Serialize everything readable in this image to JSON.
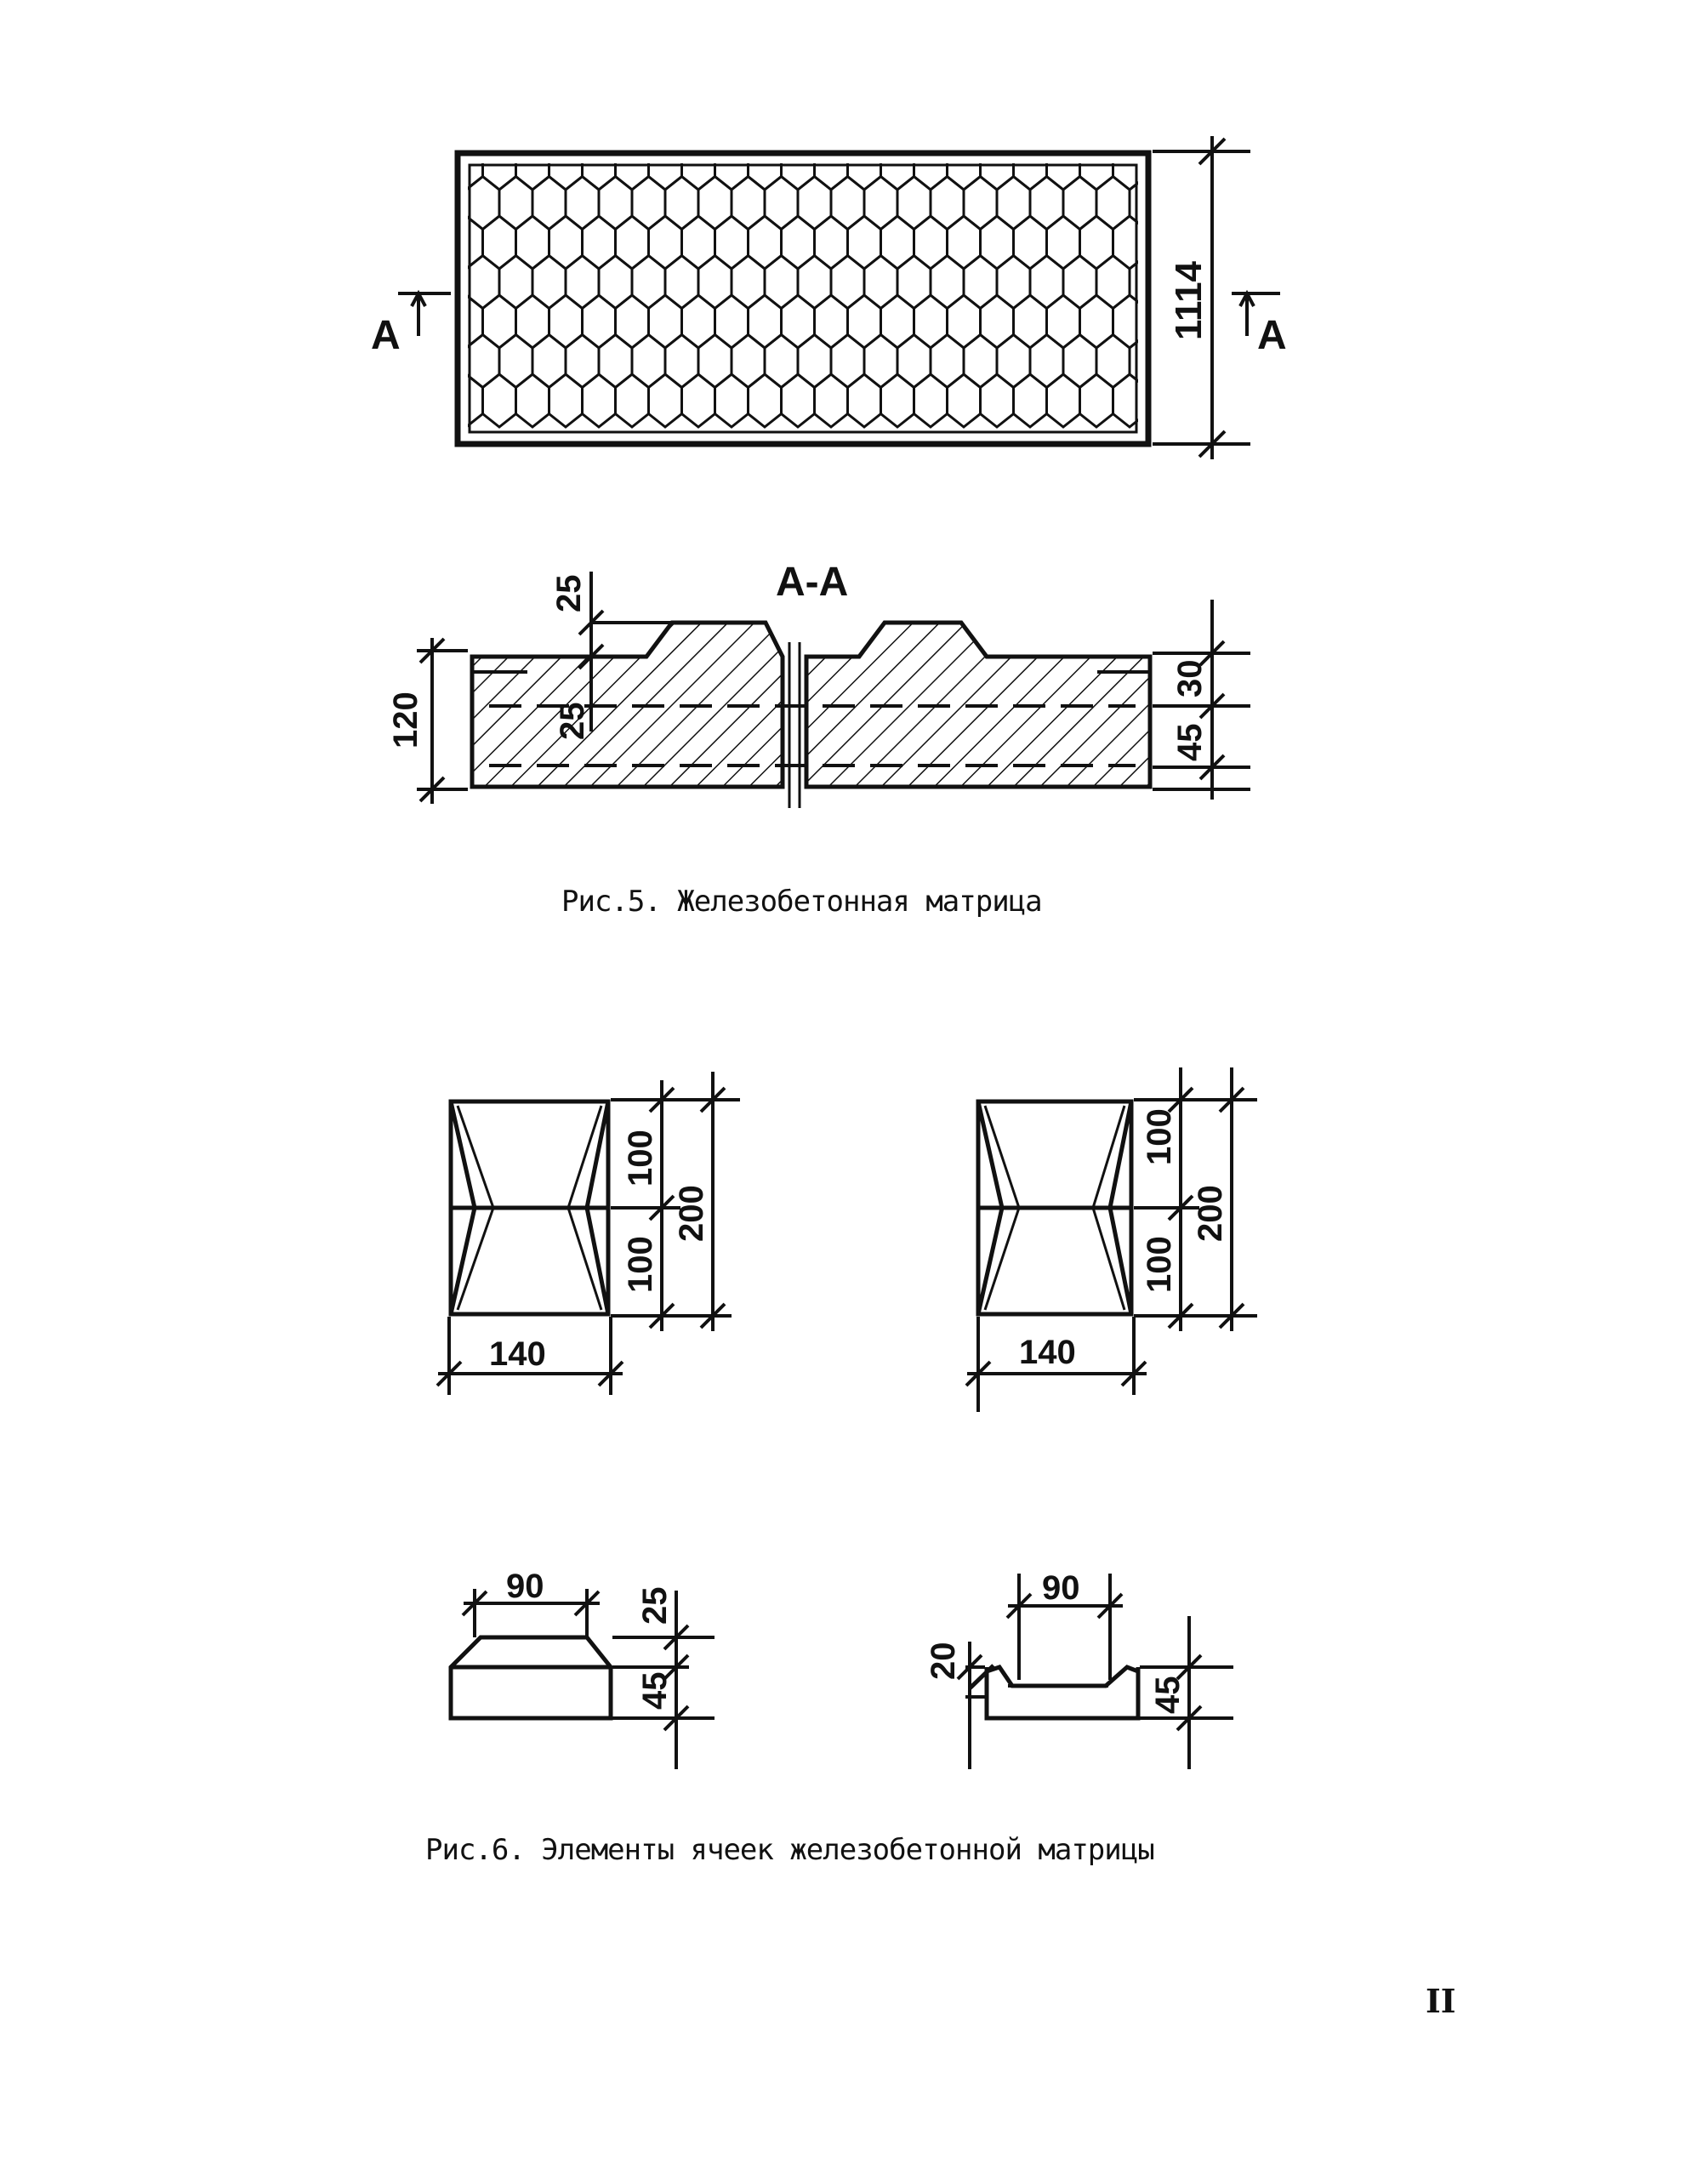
{
  "figure5": {
    "caption": "Рис.5. Железобетонная матрица",
    "section_marker": "A",
    "section_title": "A-A",
    "dim_height": "1114",
    "dim_section_height": "120",
    "dim_top": "25",
    "dim_inner": "25",
    "dim_right_top": "30",
    "dim_right_bottom": "45"
  },
  "figure6": {
    "caption": "Рис.6. Элементы ячеек железобетонной матрицы",
    "left_plan": {
      "half_top": "100",
      "half_bottom": "100",
      "total": "200",
      "width": "140"
    },
    "right_plan": {
      "half_top": "100",
      "half_bottom": "100",
      "total": "200",
      "width": "140"
    },
    "left_section": {
      "top_width": "90",
      "top_height": "25",
      "base_height": "45"
    },
    "right_section": {
      "top_width": "90",
      "rim_height": "20",
      "base_height": "45"
    }
  },
  "page_number": "II"
}
